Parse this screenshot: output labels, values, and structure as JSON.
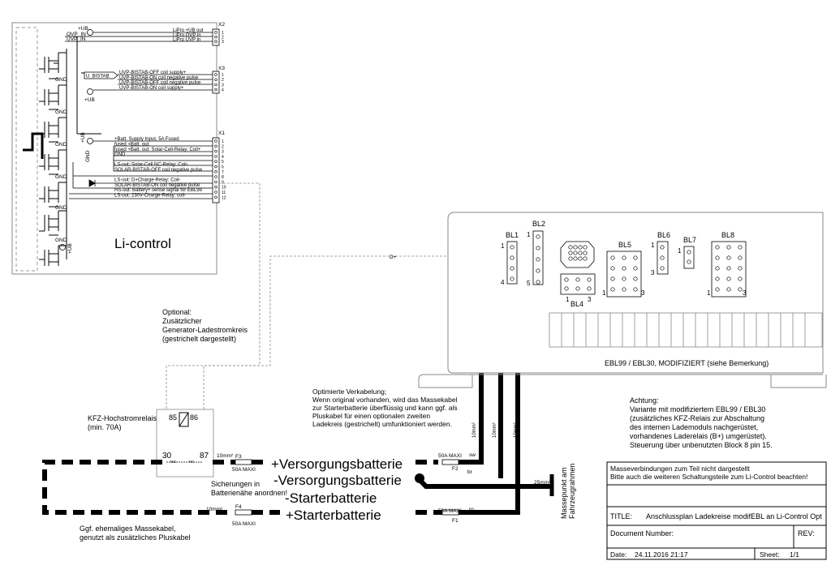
{
  "licontrol": {
    "title": "Li-control",
    "connectors": {
      "x2": "X2",
      "x3": "X3",
      "x1": "X1"
    },
    "x2_pins": [
      {
        "n": "1",
        "label": "LiPro +UB out"
      },
      {
        "n": "2",
        "label": "LiPro OVP in"
      },
      {
        "n": "3",
        "label": "LiPro UVP in"
      }
    ],
    "x3_pins": [
      {
        "n": "1",
        "label": "UVP-BISTAB-OFF coil supply+"
      },
      {
        "n": "2",
        "label": "UVP-BISTAB-ON coil negative pulse"
      },
      {
        "n": "3",
        "label": "UVP-BISTAB-OFF coil negative pulse"
      },
      {
        "n": "4",
        "label": "UVP-BISTAB-ON coil supply+"
      }
    ],
    "x1_pins": [
      {
        "n": "1",
        "label": "+Batt. Supply Input, 5A Fused"
      },
      {
        "n": "2",
        "label": "fused +Batt. out"
      },
      {
        "n": "3",
        "label": "fused +Batt. out: Solar-Cell-Relay: Coil+"
      },
      {
        "n": "4",
        "label": "GND"
      },
      {
        "n": "5",
        "label": ""
      },
      {
        "n": "6",
        "label": "LS-out: Solar-Cell NC-Relay: Coil-"
      },
      {
        "n": "7",
        "label": "SOLAR-BISTAB-OFF coil negative pulse"
      },
      {
        "n": "8",
        "label": ""
      },
      {
        "n": "9",
        "label": "LS-out: D+Charge-Relay: Coil-"
      },
      {
        "n": "10",
        "label": "SOLAR-BISTAB-ON coil negative pulse"
      },
      {
        "n": "11",
        "label": "HS-out: Battery+ sense signal for EBL99"
      },
      {
        "n": "12",
        "label": "LS-out: 230V-Charge-Relay: coil-"
      }
    ],
    "signals": {
      "ub": "+UB",
      "ovp": "OVP_IN",
      "uvp": "UVP_IN",
      "ubistab": "U_BISTAB",
      "gnd": "GND"
    }
  },
  "optional_note": [
    "Optional:",
    "Zusätzlicher",
    "Generator-Ladestromkreis",
    "(gestrichelt dargestellt)"
  ],
  "d_plus": "D+",
  "relay": {
    "title": [
      "KFZ-Hochstromrelais",
      "(min. 70A)"
    ],
    "pins": {
      "p85": "85",
      "p86": "86",
      "p30": "30",
      "p87": "87"
    },
    "contacts": {
      "no": "NO",
      "nc": "NC"
    }
  },
  "fuses": {
    "f3": {
      "name": "F3",
      "rating": "50A MAXI",
      "wire": "10mm²"
    },
    "f4": {
      "name": "F4",
      "rating": "50A MAXI",
      "wire": "10mm²"
    },
    "f2": {
      "name": "F2",
      "rating": "50A MAXI",
      "color": "sw"
    },
    "f1": {
      "name": "F1",
      "rating": "50A MAXI",
      "color": "ro"
    }
  },
  "wires": {
    "w1": "10mm²",
    "w2": "10mm²",
    "w3": "10mm²",
    "mass": "25mm²",
    "br": "br"
  },
  "labels": {
    "versorgung_plus": "+Versorgungsbatterie",
    "versorgung_minus": "-Versorgungsbatterie",
    "starter_minus": "-Starterbatterie",
    "starter_plus": "+Starterbatterie",
    "masse": [
      "Massepunkt am",
      "Fahrzeugrahmen"
    ]
  },
  "notes": {
    "sicherungen": [
      "Sicherungen in",
      "Batterienähe anordnen!"
    ],
    "massekabel": [
      "Ggf. ehemaliges Massekabel,",
      "genutzt als zusätzliches Pluskabel"
    ],
    "optimiert": [
      "Optimierte Verkabelung;",
      "Wenn original vorhanden, wird das Massekabel",
      "zur Starterbatterie überflüssig und kann ggf. als",
      "Pluskabel für einen optionalen zweiten",
      "Ladekreis (gestrichelt) umfunktioniert werden."
    ],
    "achtung": [
      "Achtung:",
      "Variante mit modifiziertem EBL99 / EBL30",
      "(zusätzliches KFZ-Relais zur Abschaltung",
      "des internen Lademoduls nachgerüstet,",
      "vorhandenes Laderelais (B+) umgerüstet).",
      "Steuerung über unbenutzten Block 8 pin 15."
    ]
  },
  "ebl": {
    "title": "EBL99 / EBL30, MODIFIZIERT (siehe Bemerkung)",
    "blocks": [
      "BL1",
      "BL2",
      "BL4",
      "BL5",
      "BL6",
      "BL7",
      "BL8"
    ],
    "pin_marks": {
      "one": "1",
      "three": "3",
      "four": "4",
      "five": "5"
    }
  },
  "titleblock": {
    "note": [
      "Masseverbindungen zum Teil nicht dargestellt",
      "Bitte auch die weiteren Schaltungsteile zum Li-Control beachten!"
    ],
    "title_label": "TITLE:",
    "title_value": "Anschlussplan Ladekreise modifEBL an Li-Control Opt",
    "doc_label": "Document Number:",
    "rev_label": "REV:",
    "date_label": "Date:",
    "date_value": "24.11.2016 21:17",
    "sheet_label": "Sheet:",
    "sheet_value": "1/1"
  }
}
